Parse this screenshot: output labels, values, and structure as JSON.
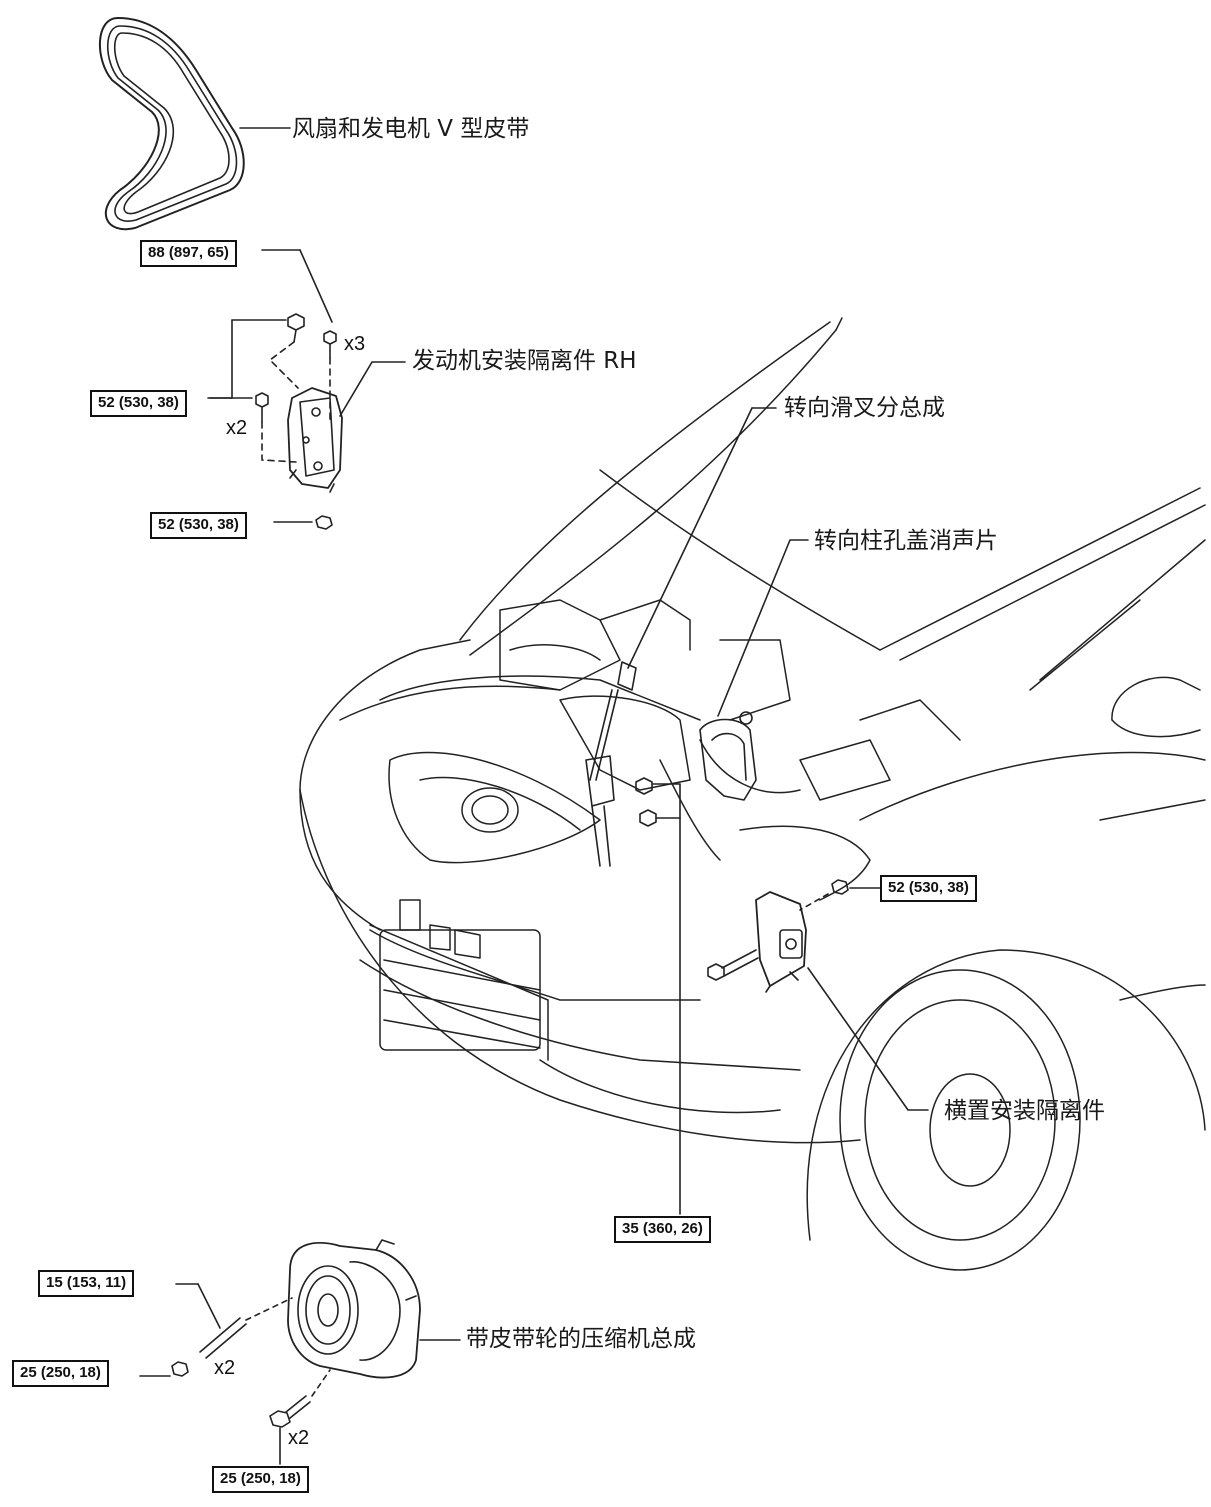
{
  "labels": {
    "fan_belt": "风扇和发电机 V 型皮带",
    "engine_mount_rh": "发动机安装隔离件 RH",
    "steering_yoke": "转向滑叉分总成",
    "column_hole_cover": "转向柱孔盖消声片",
    "transverse_mount": "横置安装隔离件",
    "compressor": "带皮带轮的压缩机总成"
  },
  "torques": {
    "t1": "88 (897, 65)",
    "t2": "52 (530, 38)",
    "t3": "52 (530, 38)",
    "t4": "52 (530, 38)",
    "t5": "35 (360, 26)",
    "t6": "15 (153, 11)",
    "t7": "25 (250, 18)",
    "t8": "25 (250, 18)"
  },
  "quantities": {
    "q1": "x3",
    "q2": "x2",
    "q3": "x2",
    "q4": "x2"
  }
}
